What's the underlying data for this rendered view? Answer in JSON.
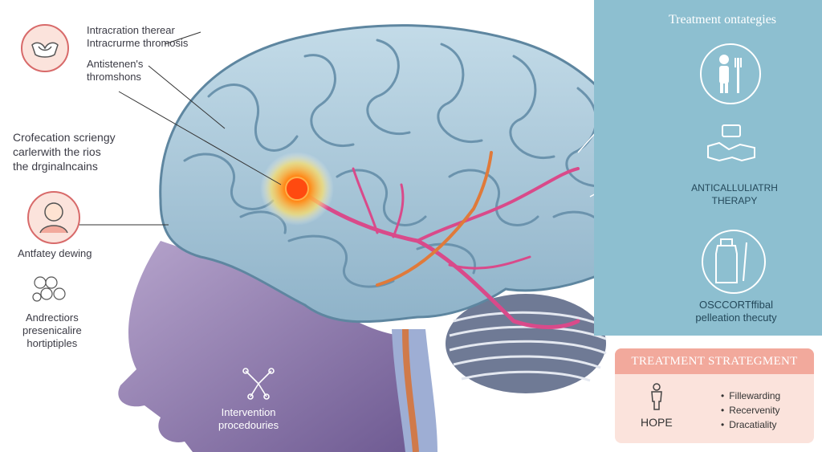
{
  "left_labels": {
    "top_lines": [
      "Intracration therear",
      "Intracrurme thromosis"
    ],
    "second_lines": [
      "Antistenen's",
      "thromshons"
    ],
    "middle_lines": [
      "Crofecation scriengy",
      "carlerwith the rios",
      "the drginalncains"
    ],
    "antifatey": "Antfatey dewing",
    "bottom_lines": [
      "Andrectiors",
      "presenicalire",
      "hortiptiples"
    ]
  },
  "intervention_lines": [
    "Intervention",
    "procedouries"
  ],
  "right_panel": {
    "title": "Treatment ontategies",
    "therapy_lines": [
      "ANTICALLULIATRH",
      "THERAPY"
    ],
    "bottom_lines": [
      "OSCCORTffibal",
      "pelleation thecuty"
    ]
  },
  "strategy_box": {
    "title": "TREATMENT STRATEGMENT",
    "icon_label": "HOPE",
    "items": [
      "Fillewarding",
      "Recervenity",
      "Dracatiality"
    ]
  },
  "colors": {
    "panel": "#8dbfd0",
    "strategy_header": "#f2a99c",
    "strategy_body": "#fbe3dc",
    "brain": "#a9c8da",
    "face": "#8e7aa8",
    "artery": "#d94a8a",
    "lesion": "#f25b1c"
  },
  "icons": [
    "couple-hands-icon",
    "person-portrait-icon",
    "molecule-network-icon",
    "intervention-tools-icon",
    "person-with-fork-icon",
    "handshake-icon",
    "medicine-bottle-icon",
    "person-icon"
  ]
}
